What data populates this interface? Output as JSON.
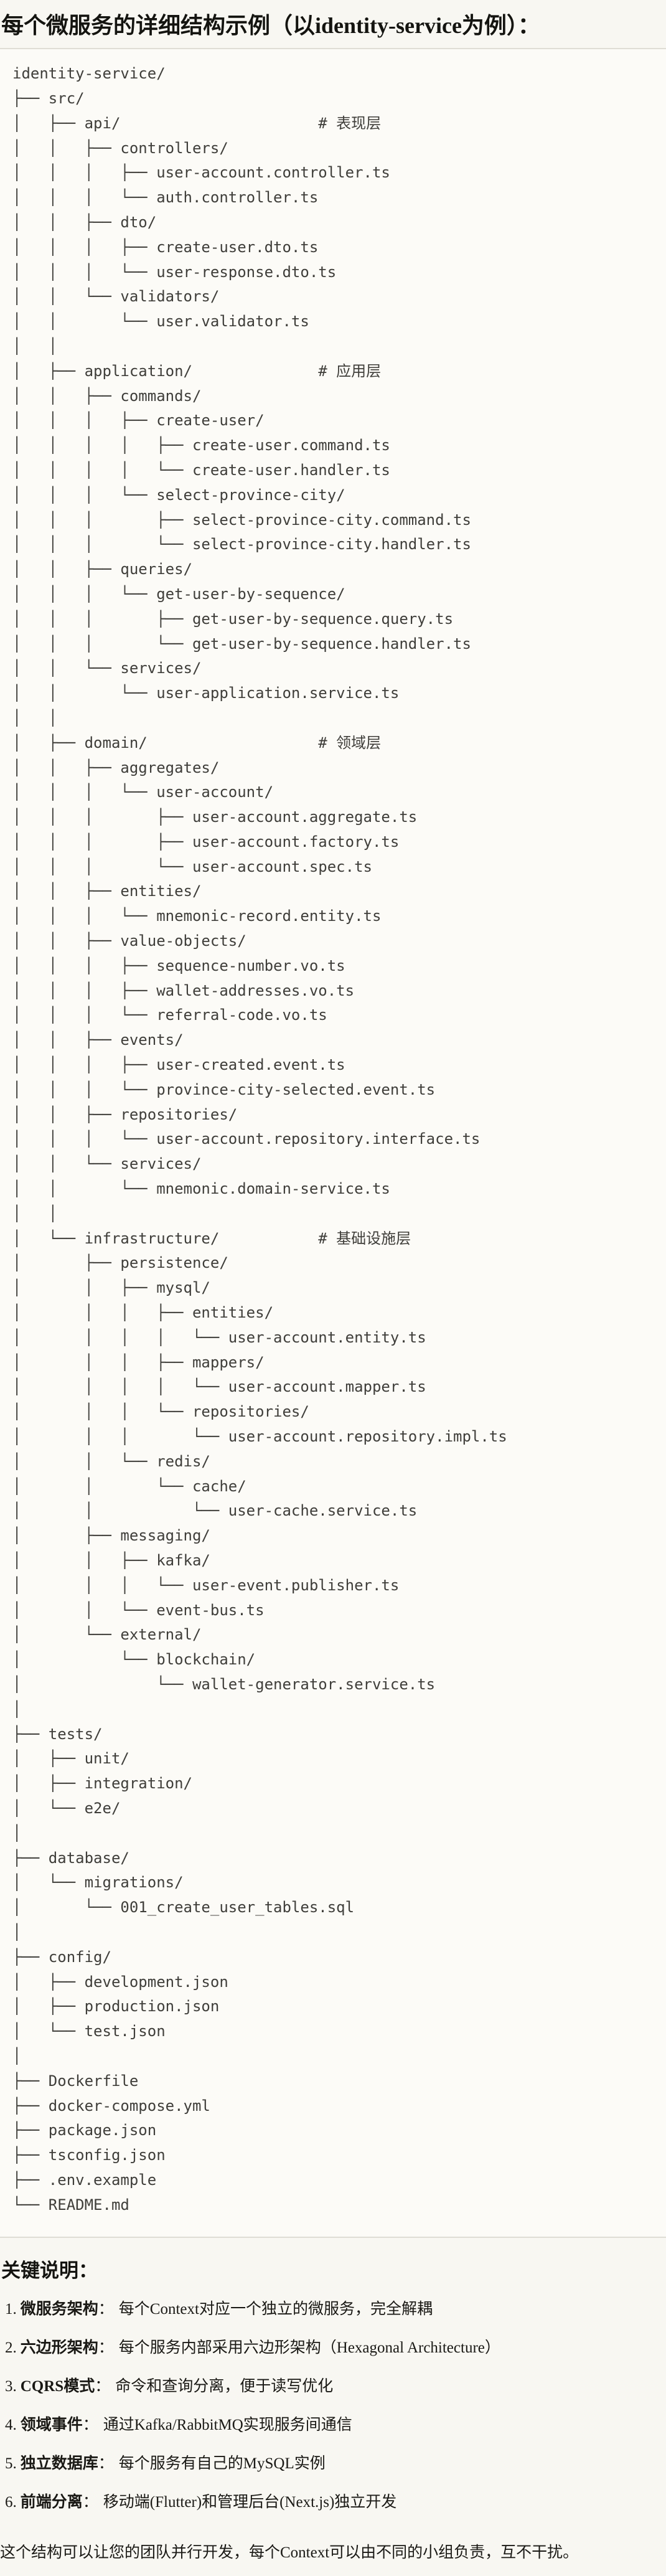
{
  "page": {
    "title": "每个微服务的详细结构示例（以identity-service为例）："
  },
  "code_block": {
    "language": "plain-text-directory-tree",
    "tree_lines": [
      "identity-service/",
      "├── src/",
      "│   ├── api/                      # 表现层",
      "│   │   ├── controllers/",
      "│   │   │   ├── user-account.controller.ts",
      "│   │   │   └── auth.controller.ts",
      "│   │   ├── dto/",
      "│   │   │   ├── create-user.dto.ts",
      "│   │   │   └── user-response.dto.ts",
      "│   │   └── validators/",
      "│   │       └── user.validator.ts",
      "│   │",
      "│   ├── application/              # 应用层",
      "│   │   ├── commands/",
      "│   │   │   ├── create-user/",
      "│   │   │   │   ├── create-user.command.ts",
      "│   │   │   │   └── create-user.handler.ts",
      "│   │   │   └── select-province-city/",
      "│   │   │       ├── select-province-city.command.ts",
      "│   │   │       └── select-province-city.handler.ts",
      "│   │   ├── queries/",
      "│   │   │   └── get-user-by-sequence/",
      "│   │   │       ├── get-user-by-sequence.query.ts",
      "│   │   │       └── get-user-by-sequence.handler.ts",
      "│   │   └── services/",
      "│   │       └── user-application.service.ts",
      "│   │",
      "│   ├── domain/                   # 领域层",
      "│   │   ├── aggregates/",
      "│   │   │   └── user-account/",
      "│   │   │       ├── user-account.aggregate.ts",
      "│   │   │       ├── user-account.factory.ts",
      "│   │   │       └── user-account.spec.ts",
      "│   │   ├── entities/",
      "│   │   │   └── mnemonic-record.entity.ts",
      "│   │   ├── value-objects/",
      "│   │   │   ├── sequence-number.vo.ts",
      "│   │   │   ├── wallet-addresses.vo.ts",
      "│   │   │   └── referral-code.vo.ts",
      "│   │   ├── events/",
      "│   │   │   ├── user-created.event.ts",
      "│   │   │   └── province-city-selected.event.ts",
      "│   │   ├── repositories/",
      "│   │   │   └── user-account.repository.interface.ts",
      "│   │   └── services/",
      "│   │       └── mnemonic.domain-service.ts",
      "│   │",
      "│   └── infrastructure/           # 基础设施层",
      "│       ├── persistence/",
      "│       │   ├── mysql/",
      "│       │   │   ├── entities/",
      "│       │   │   │   └── user-account.entity.ts",
      "│       │   │   ├── mappers/",
      "│       │   │   │   └── user-account.mapper.ts",
      "│       │   │   └── repositories/",
      "│       │   │       └── user-account.repository.impl.ts",
      "│       │   └── redis/",
      "│       │       └── cache/",
      "│       │           └── user-cache.service.ts",
      "│       ├── messaging/",
      "│       │   ├── kafka/",
      "│       │   │   └── user-event.publisher.ts",
      "│       │   └── event-bus.ts",
      "│       └── external/",
      "│           └── blockchain/",
      "│               └── wallet-generator.service.ts",
      "│",
      "├── tests/",
      "│   ├── unit/",
      "│   ├── integration/",
      "│   └── e2e/",
      "│",
      "├── database/",
      "│   └── migrations/",
      "│       └── 001_create_user_tables.sql",
      "│",
      "├── config/",
      "│   ├── development.json",
      "│   ├── production.json",
      "│   └── test.json",
      "│",
      "├── Dockerfile",
      "├── docker-compose.yml",
      "├── package.json",
      "├── tsconfig.json",
      "├── .env.example",
      "└── README.md"
    ]
  },
  "notes": {
    "heading": "关键说明：",
    "items": [
      {
        "num": "1.",
        "term": "微服务架构",
        "sep": "：",
        "desc": "每个Context对应一个独立的微服务，完全解耦"
      },
      {
        "num": "2.",
        "term": "六边形架构",
        "sep": "：",
        "desc": "每个服务内部采用六边形架构（Hexagonal Architecture）"
      },
      {
        "num": "3.",
        "term": "CQRS模式",
        "sep": "：",
        "desc": "命令和查询分离，便于读写优化"
      },
      {
        "num": "4.",
        "term": "领域事件",
        "sep": "：",
        "desc": "通过Kafka/RabbitMQ实现服务间通信"
      },
      {
        "num": "5.",
        "term": "独立数据库",
        "sep": "：",
        "desc": "每个服务有自己的MySQL实例"
      },
      {
        "num": "6.",
        "term": "前端分离",
        "sep": "：",
        "desc": "移动端(Flutter)和管理后台(Next.js)独立开发"
      }
    ],
    "closing": "这个结构可以让您的团队并行开发，每个Context可以由不同的小组负责，互不干扰。"
  },
  "colors": {
    "page_bg": "#F8F7F2",
    "code_bg": "#FCFBF7",
    "border_color": "#DFDDD5",
    "code_text": "#3F3E3A",
    "text_color": "#1A1915"
  }
}
